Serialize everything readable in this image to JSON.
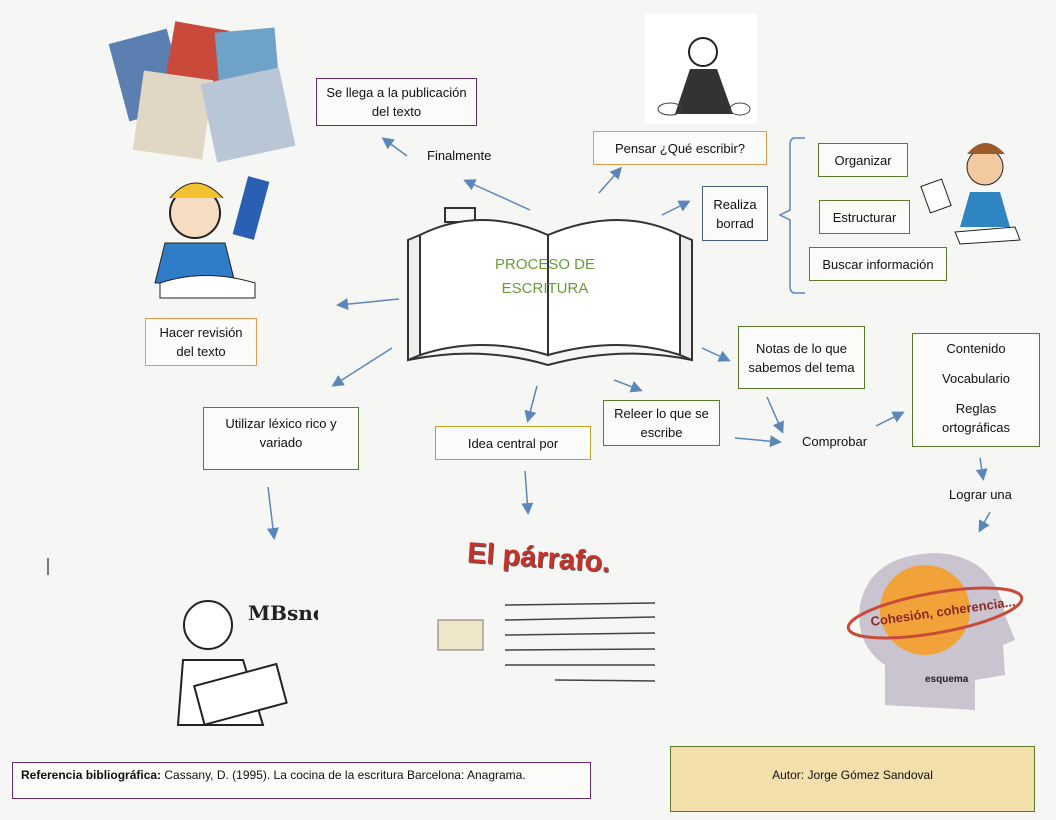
{
  "center": {
    "title_line1": "PROCESO DE",
    "title_line2": "ESCRITURA"
  },
  "nodes": {
    "publicacion": "Se llega a la publicación del texto",
    "finalmente": "Finalmente",
    "pensar": "Pensar ¿Qué escribir?",
    "realiza": "Realiza borrad",
    "organizar": "Organizar",
    "estructurar": "Estructurar",
    "buscar": "Buscar información",
    "revision": "Hacer revisión del texto",
    "notas": "Notas de lo que sabemos del tema",
    "contenido": "Contenido",
    "vocabulario": "Vocabulario",
    "reglas": "Reglas ortográficas",
    "lexico": "Utilizar léxico rico y variado",
    "idea": "Idea central  por",
    "releer": "Releer lo que se escribe",
    "comprobar": "Comprobar",
    "lograr": "Lograr una"
  },
  "illustrations": {
    "parrafo_title": "El párrafo.",
    "head_text": "Cohesión, coherencia...",
    "head_subtext": "esquema"
  },
  "footer": {
    "reference_label": "Referencia bibliográfica:",
    "reference_text": " Cassany, D. (1995). La cocina de la escritura Barcelona: Anagrama.",
    "author": "Autor: Jorge Gómez Sandoval"
  },
  "colors": {
    "center_title": "#6a9a3a",
    "arrow": "#5b86b8",
    "author_fill": "#f2dfab",
    "parrafo": "#c8312a"
  }
}
